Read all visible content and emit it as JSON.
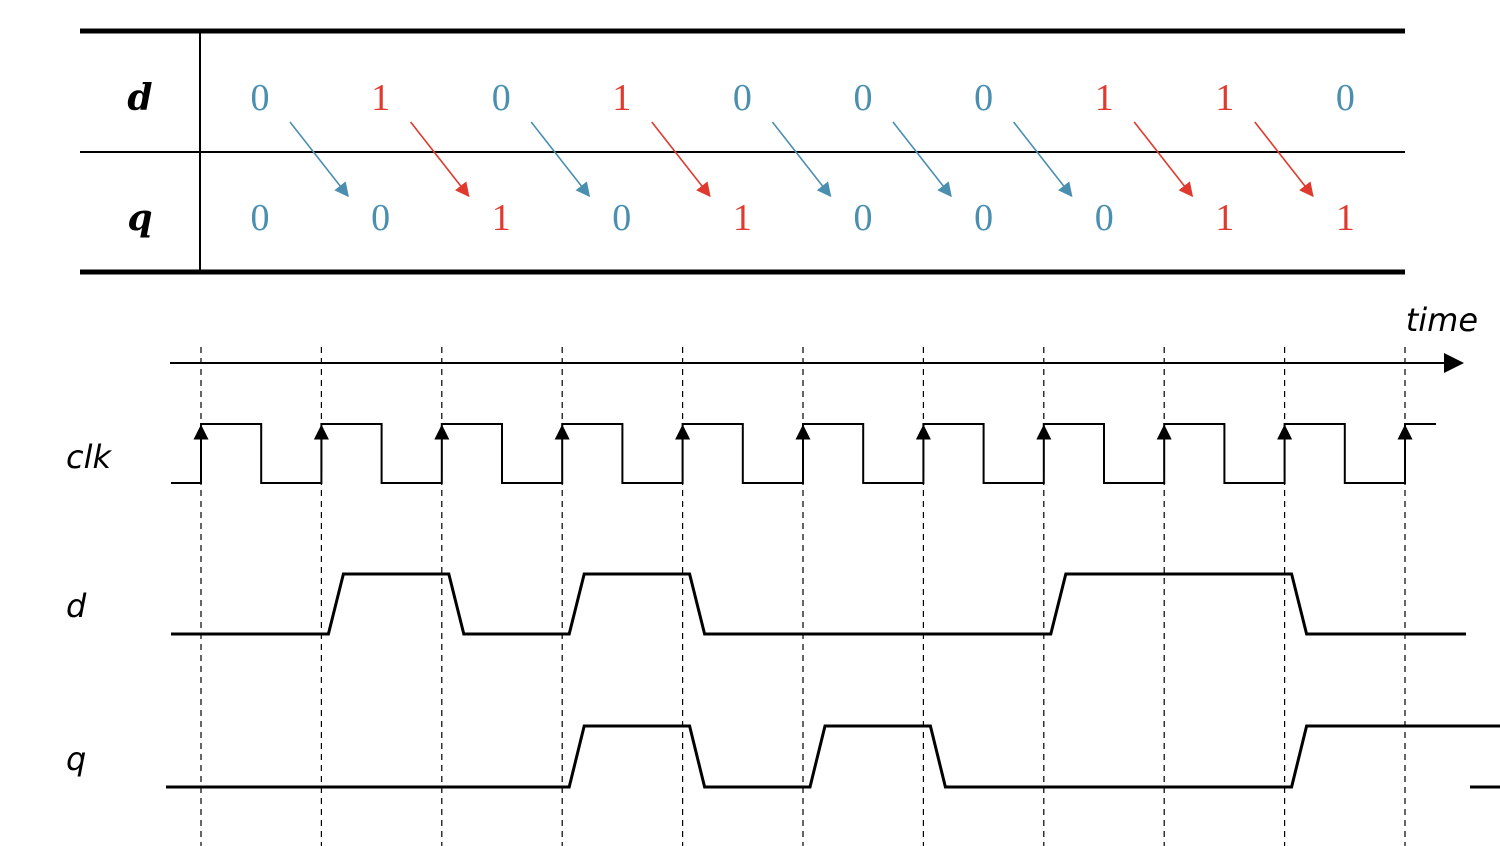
{
  "table": {
    "row_labels": [
      "d",
      "q"
    ],
    "d_values": [
      "0",
      "1",
      "0",
      "1",
      "0",
      "0",
      "0",
      "1",
      "1",
      "0"
    ],
    "q_values": [
      "0",
      "0",
      "1",
      "0",
      "1",
      "0",
      "0",
      "0",
      "1",
      "1"
    ]
  },
  "timing": {
    "axis_label": "time",
    "signals": [
      {
        "name": "clk",
        "type": "clock",
        "cycles": 10
      },
      {
        "name": "d",
        "type": "data",
        "bits": [
          0,
          1,
          0,
          1,
          0,
          0,
          0,
          1,
          1,
          0
        ]
      },
      {
        "name": "q",
        "type": "data",
        "bits": [
          0,
          0,
          1,
          0,
          1,
          0,
          0,
          0,
          1,
          1
        ]
      }
    ]
  },
  "colors": {
    "zero": "#4a8fb0",
    "one": "#e03a2e",
    "line": "#000000"
  }
}
